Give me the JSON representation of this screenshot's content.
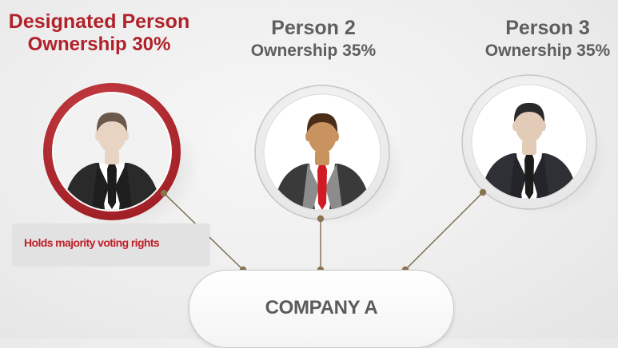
{
  "persons": [
    {
      "name": "Designated Person",
      "ownership": "Ownership 30%",
      "highlighted": true,
      "accent_color": "#b0212a",
      "tie_color": "#1c1c1c",
      "suit_color": "#2b2b2b"
    },
    {
      "name": "Person 2",
      "ownership": "Ownership 35%",
      "highlighted": false,
      "accent_color": "#5e5e5e",
      "tie_color": "#d21a22",
      "suit_color": "#343434"
    },
    {
      "name": "Person 3",
      "ownership": "Ownership 35%",
      "highlighted": false,
      "accent_color": "#5e5e5e",
      "tie_color": "#1c1c1c",
      "suit_color": "#2e2f33"
    }
  ],
  "callout": {
    "text": "Holds majority voting rights",
    "color": "#c02028"
  },
  "company": {
    "label": "COMPANY A"
  },
  "connector_color": "#7a6a4e"
}
